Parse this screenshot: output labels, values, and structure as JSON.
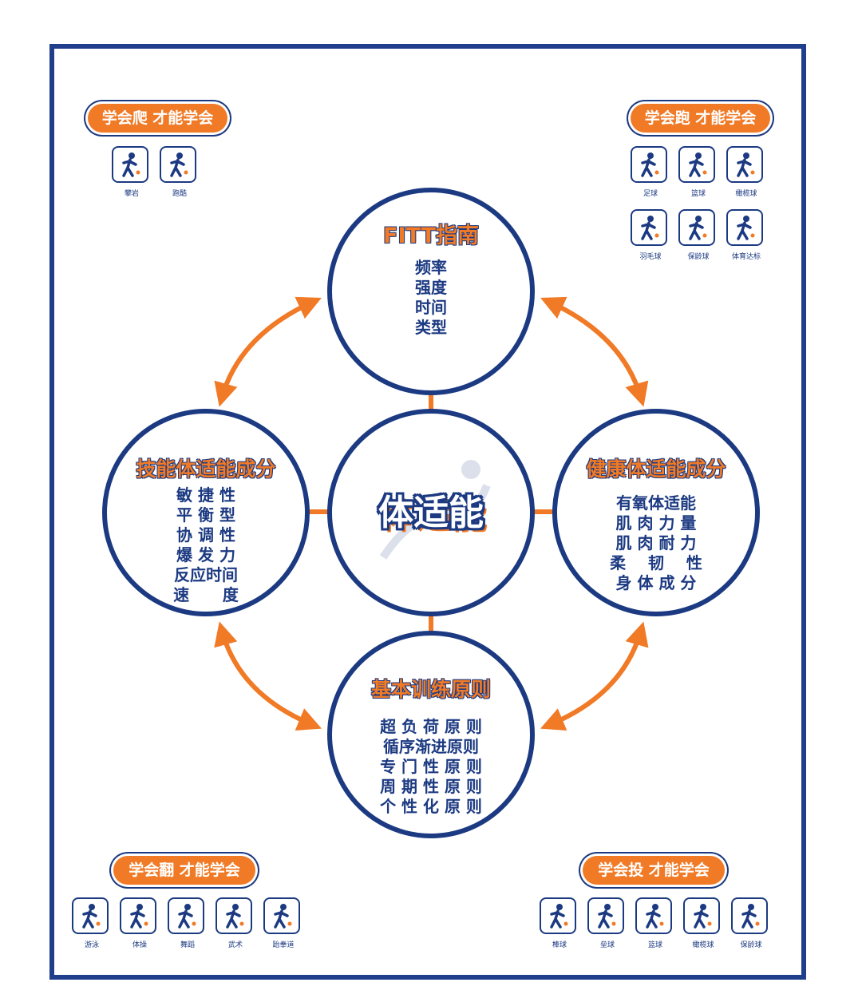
{
  "center": {
    "title": "体适能"
  },
  "top": {
    "title": "FITT指南",
    "items": [
      "频率",
      "强度",
      "时间",
      "类型"
    ]
  },
  "left": {
    "title": "技能体适能成分",
    "items": [
      "敏 捷 性",
      "平 衡 型",
      "协 调 性",
      "爆 发 力",
      "反应时间",
      "速      度"
    ]
  },
  "right": {
    "title": "健康体适能成分",
    "items": [
      "有氧体适能",
      "肌 肉 力 量",
      "肌 肉 耐 力",
      "柔    韧    性",
      "身 体 成 分"
    ]
  },
  "bottom": {
    "title": "基本训练原则",
    "items": [
      "超 负 荷 原 则",
      "循序渐进原则",
      "专 门 性 原 则",
      "周 期 性 原 则",
      "个 性 化 原 则"
    ]
  },
  "corners": {
    "top_left": {
      "label": "学会爬 才能学会",
      "sports": [
        {
          "name": "攀岩",
          "icon": "climbing-icon"
        },
        {
          "name": "跑酷",
          "icon": "parkour-icon"
        }
      ]
    },
    "top_right": {
      "label": "学会跑 才能学会",
      "sports": [
        {
          "name": "足球",
          "icon": "soccer-icon"
        },
        {
          "name": "篮球",
          "icon": "basketball-icon"
        },
        {
          "name": "橄榄球",
          "icon": "rugby-icon"
        },
        {
          "name": "羽毛球",
          "icon": "badminton-icon"
        },
        {
          "name": "保龄球",
          "icon": "bowling-icon"
        },
        {
          "name": "体育达标",
          "icon": "athlete-icon"
        }
      ]
    },
    "bottom_left": {
      "label": "学会翻 才能学会",
      "sports": [
        {
          "name": "游泳",
          "icon": "swimming-icon"
        },
        {
          "name": "体操",
          "icon": "gymnastics-icon"
        },
        {
          "name": "舞蹈",
          "icon": "dance-icon"
        },
        {
          "name": "武术",
          "icon": "martial-arts-icon"
        },
        {
          "name": "跆拳道",
          "icon": "taekwondo-icon"
        }
      ]
    },
    "bottom_right": {
      "label": "学会投 才能学会",
      "sports": [
        {
          "name": "棒球",
          "icon": "baseball-icon"
        },
        {
          "name": "垒球",
          "icon": "softball-icon"
        },
        {
          "name": "篮球",
          "icon": "basketball-icon"
        },
        {
          "name": "橄榄球",
          "icon": "rugby-icon"
        },
        {
          "name": "保龄球",
          "icon": "bowling-icon"
        }
      ]
    }
  },
  "colors": {
    "navy": "#1c3a82",
    "orange": "#f07a26"
  }
}
